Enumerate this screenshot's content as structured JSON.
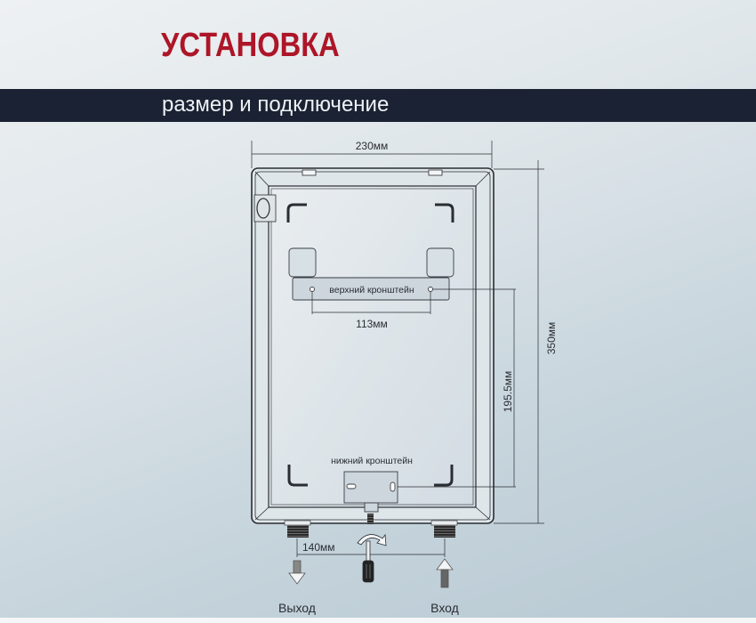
{
  "header": {
    "title": "УСТАНОВКА",
    "subtitle": "размер и подключение"
  },
  "diagram": {
    "width_label": "230мм",
    "height_label": "350мм",
    "upper_bracket_label": "верхний кронштейн",
    "bracket_spacing_label": "113мм",
    "bracket_vertical_label": "195.5мм",
    "lower_bracket_label": "нижний кронштейн",
    "pipe_spacing_label": "140мм",
    "outlet_label": "Выход",
    "inlet_label": "Вход"
  },
  "colors": {
    "title": "#ad1628",
    "band": "#1b2233",
    "line": "#2a2d33"
  }
}
